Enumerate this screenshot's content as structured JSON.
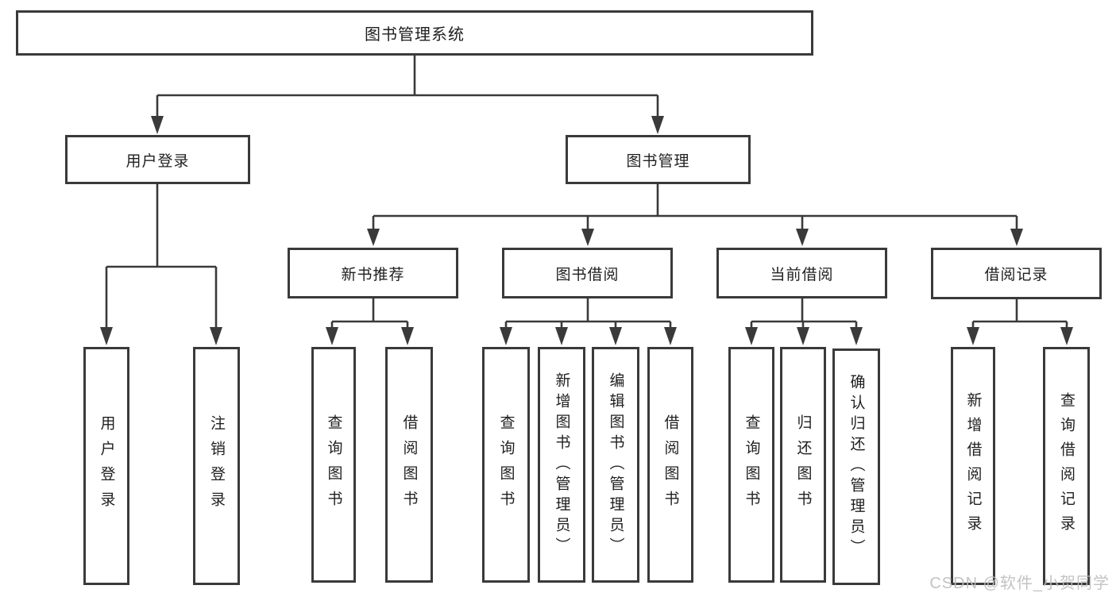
{
  "diagram_type": "tree",
  "colors": {
    "line": "#3a3a3a",
    "text": "#1f1f1f",
    "background": "#ffffff",
    "watermark": "#bebebe"
  },
  "tree": {
    "label": "图书管理系统",
    "children": [
      {
        "label": "用户登录",
        "children": [
          {
            "label": "用户登录"
          },
          {
            "label": "注销登录"
          }
        ]
      },
      {
        "label": "图书管理",
        "children": [
          {
            "label": "新书推荐",
            "children": [
              {
                "label": "查询图书"
              },
              {
                "label": "借阅图书"
              }
            ]
          },
          {
            "label": "图书借阅",
            "children": [
              {
                "label": "查询图书"
              },
              {
                "label": "新增图书（管理员）"
              },
              {
                "label": "编辑图书（管理员）"
              },
              {
                "label": "借阅图书"
              }
            ]
          },
          {
            "label": "当前借阅",
            "children": [
              {
                "label": "查询图书"
              },
              {
                "label": "归还图书"
              },
              {
                "label": "确认归还（管理员）"
              }
            ]
          },
          {
            "label": "借阅记录",
            "children": [
              {
                "label": "新增借阅记录"
              },
              {
                "label": "查询借阅记录"
              }
            ]
          }
        ]
      }
    ]
  },
  "watermark": {
    "text": "CSDN @软件_小贺同学"
  }
}
